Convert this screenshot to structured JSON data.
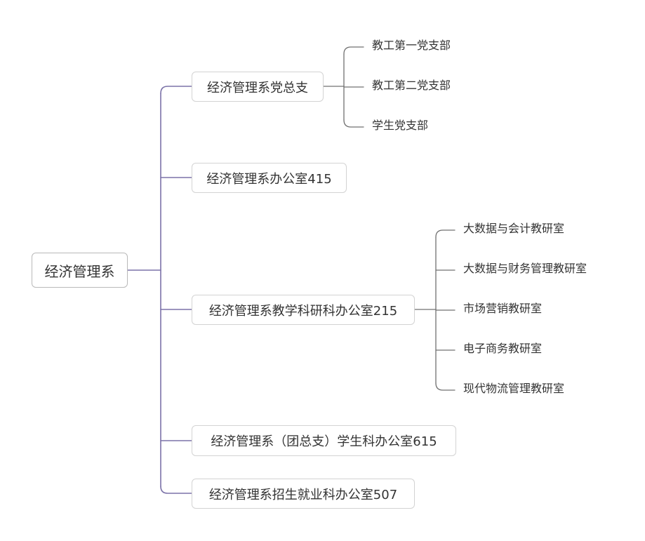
{
  "root": "经济管理系",
  "branches": {
    "party": {
      "label": "经济管理系党总支",
      "children": [
        "教工第一党支部",
        "教工第二党支部",
        "学生党支部"
      ]
    },
    "office": {
      "label": "经济管理系办公室415"
    },
    "teaching": {
      "label": "经济管理系教学科研科办公室215",
      "children": [
        "大数据与会计教研室",
        "大数据与财务管理教研室",
        "市场营销教研室",
        "电子商务教研室",
        "现代物流管理教研室"
      ]
    },
    "student": {
      "label": "经济管理系（团总支）学生科办公室615"
    },
    "employment": {
      "label": "经济管理系招生就业科办公室507"
    }
  },
  "colors": {
    "root_connector": "#7b72a8",
    "branch_connector": "#707070",
    "node_border": "#d3d3d3"
  }
}
